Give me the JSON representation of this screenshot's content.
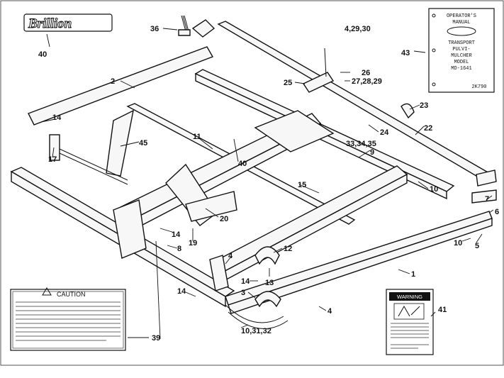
{
  "brand": {
    "logo_text": "Brillion"
  },
  "manual": {
    "lines": [
      "OPERATOR'S",
      "MANUAL",
      "TRANSPORT",
      "PULVI-",
      "MULCHER",
      "MODEL",
      "MD-1641"
    ],
    "code": "2K790"
  },
  "caution_label": {
    "title": "CAUTION"
  },
  "warning_label": {
    "title": "WARNING"
  },
  "callouts": {
    "c40_logo": "40",
    "c36": "36",
    "c4_29_30": "4,29,30",
    "c43": "43",
    "c2": "2",
    "c26": "26",
    "c27_28_29": "27,28,29",
    "c25": "25",
    "c23": "23",
    "c14_top": "14",
    "c24": "24",
    "c22": "22",
    "c33_34_35": "33,34,35",
    "c17": "17",
    "c45": "45",
    "c11": "11",
    "c40_mid": "40",
    "c9": "9",
    "c10_right": "10",
    "c15": "15",
    "c7": "7",
    "c6": "6",
    "c20": "20",
    "c14_mid": "14",
    "c19": "19",
    "c8": "8",
    "c12": "12",
    "c10_mid": "10",
    "c5": "5",
    "c4_mid": "4",
    "c1": "1",
    "c14_lower": "14",
    "c13": "13",
    "c14_bottom": "14",
    "c3": "3",
    "c4_bottom": "4",
    "c39": "39",
    "c10_31_32": "10,31,32",
    "c41": "41"
  }
}
